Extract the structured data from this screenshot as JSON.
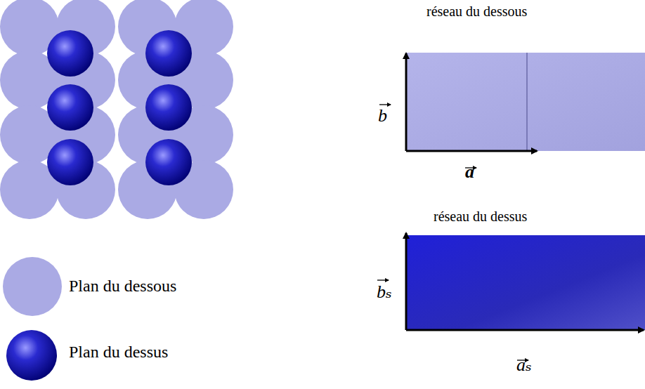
{
  "diagram": {
    "nodes": [
      {
        "text": [
          "réseau du dessous"
        ]
      },
      {
        "text": [
          "réseau du dessus"
        ]
      }
    ],
    "labels": [
      "b",
      "a",
      "bₛ",
      "aₛ"
    ],
    "legend": [
      {
        "text": "Plan du dessous",
        "color": "#aaaae4"
      },
      {
        "text": "Plan du dessus"
      }
    ]
  }
}
